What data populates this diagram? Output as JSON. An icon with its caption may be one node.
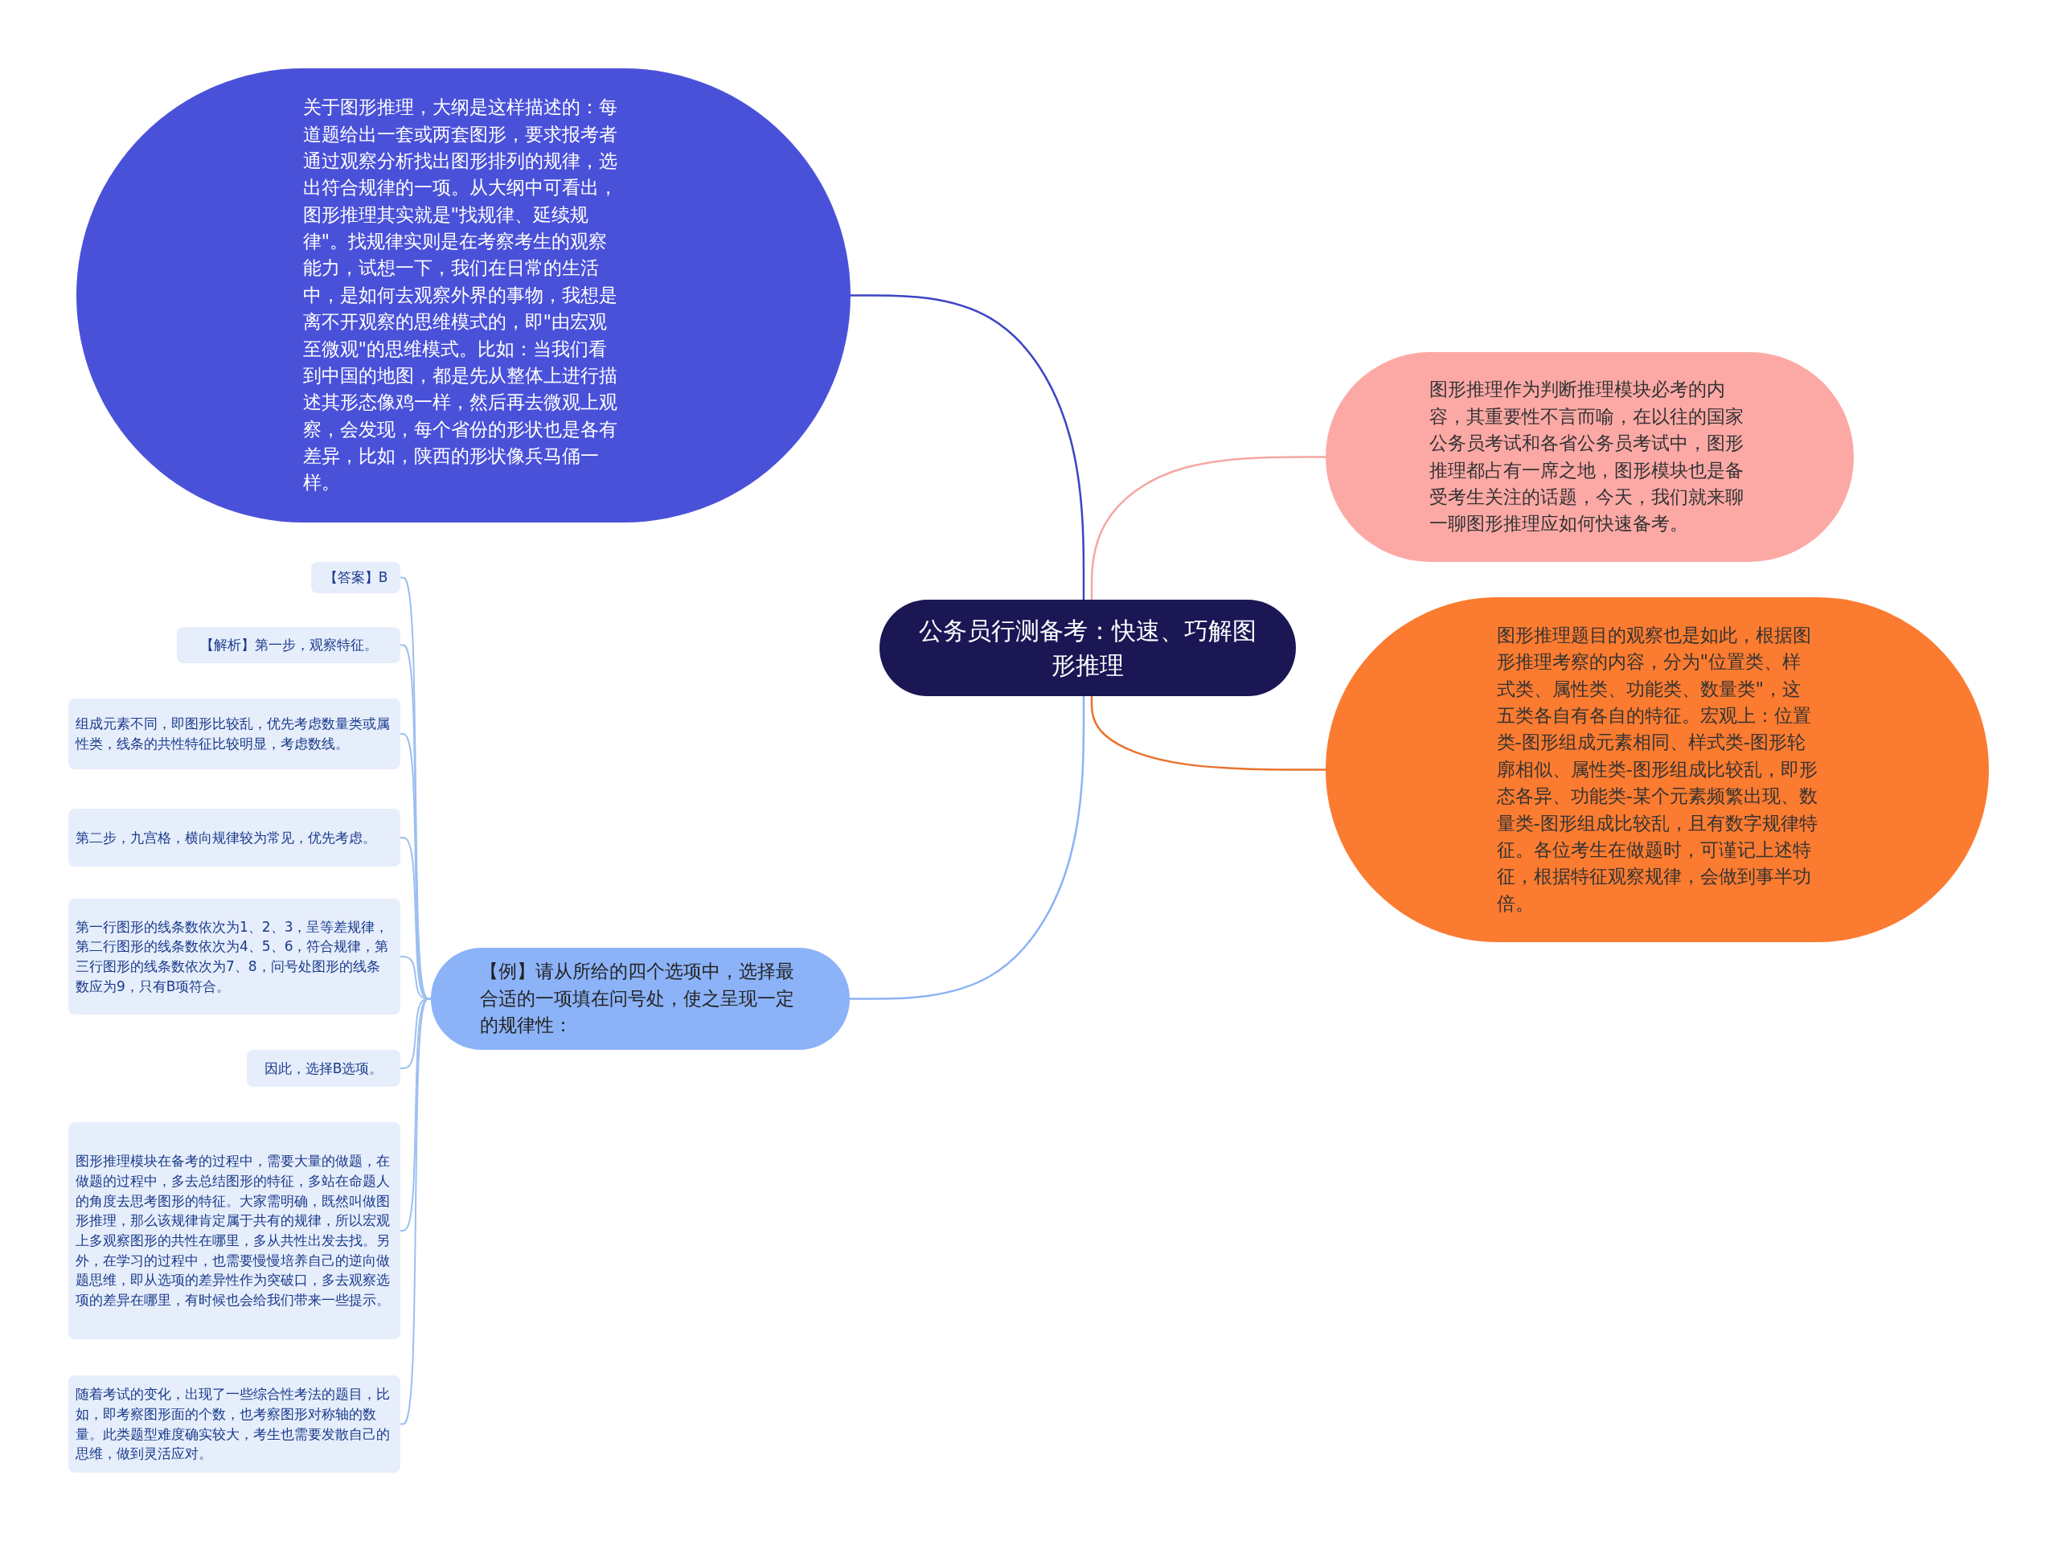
{
  "diagram": {
    "nodes": [
      {
        "text": [
          "公务员行测备考：快速、巧解图形推理"
        ]
      },
      {
        "text": [
          "关于图形推理，大纲是这样描述的：每道题给出一套或两套图形，要求报考者通过观察分析找出图形排列的规律，选出符合规律的一项。从大纲中可看出，图形推理其实就是\"找规律、延续规律\"。找规律实则是在考察考生的观察能力，试想一下，我们在日常的生活中，是如何去观察外界的事物，我想是离不开观察的思维模式的，即\"由宏观至微观\"的思维模式。比如：当我们看到中国的地图，都是先从整体上进行描述其形态像鸡一样，然后再去微观上观察，会发现，每个省份的形状也是各有差异，比如，陕西的形状像兵马俑一样。"
        ]
      },
      {
        "text": [
          "图形推理作为判断推理模块必考的内容，其重要性不言而喻，在以往的国家公务员考试和各省公务员考试中，图形推理都占有一席之地，图形模块也是备受考生关注的话题，今天，我们就来聊一聊图形推理应如何快速备考。"
        ]
      },
      {
        "text": [
          "图形推理题目的观察也是如此，根据图形推理考察的内容，分为\"位置类、样式类、属性类、功能类、数量类\"，这五类各自有各自的特征。宏观上：位置类-图形组成元素相同、样式类-图形轮廓相似、属性类-图形组成比较乱，即形态各异、功能类-某个元素频繁出现、数量类-图形组成比较乱，且有数字规律特征。各位考生在做题时，可谨记上述特征，根据特征观察规律，会做到事半功倍。"
        ]
      },
      {
        "text": [
          "【例】请从所给的四个选项中，选择最合适的一项填在问号处，使之呈现一定的规律性："
        ]
      },
      {
        "text": [
          "【答案】B"
        ]
      },
      {
        "text": [
          "【解析】第一步，观察特征。"
        ]
      },
      {
        "text": [
          "组成元素不同，即图形比较乱，优先考虑数量类或属性类，线条的共性特征比较明显，考虑数线。"
        ]
      },
      {
        "text": [
          "第二步，九宫格，横向规律较为常见，优先考虑。"
        ]
      },
      {
        "text": [
          "第一行图形的线条数依次为1、2、3，呈等差规律，第二行图形的线条数依次为4、5、6，符合规律，第三行图形的线条数依次为7、8，问号处图形的线条数应为9，只有B项符合。"
        ]
      },
      {
        "text": [
          "因此，选择B选项。"
        ]
      },
      {
        "text": [
          "图形推理模块在备考的过程中，需要大量的做题，在做题的过程中，多去总结图形的特征，多站在命题人的角度去思考图形的特征。大家需明确，既然叫做图形推理，那么该规律肯定属于共有的规律，所以宏观上多观察图形的共性在哪里，多从共性出发去找。另外，在学习的过程中，也需要慢慢培养自己的逆向做题思维，即从选项的差异性作为突破口，多去观察选项的差异在哪里，有时候也会给我们带来一些提示。"
        ]
      },
      {
        "text": [
          "随着考试的变化，出现了一些综合性考法的题目，比如，即考察图形面的个数，也考察图形对称轴的数量。此类题型难度确实较大，考生也需要发散自己的思维，做到灵活应对。"
        ]
      }
    ],
    "edges": [
      {
        "from": 0,
        "to": 1,
        "arrow": "none",
        "color": "#3d44c4"
      },
      {
        "from": 0,
        "to": 2,
        "arrow": "none",
        "color": "#f4a7a3"
      },
      {
        "from": 0,
        "to": 3,
        "arrow": "none",
        "color": "#e8732d"
      },
      {
        "from": 0,
        "to": 4,
        "arrow": "none",
        "color": "#8cb3f5"
      },
      {
        "from": 4,
        "to": 5,
        "arrow": "none"
      },
      {
        "from": 4,
        "to": 6,
        "arrow": "none"
      },
      {
        "from": 4,
        "to": 7,
        "arrow": "none"
      },
      {
        "from": 4,
        "to": 8,
        "arrow": "none"
      },
      {
        "from": 4,
        "to": 9,
        "arrow": "none"
      },
      {
        "from": 4,
        "to": 10,
        "arrow": "none"
      },
      {
        "from": 4,
        "to": 11,
        "arrow": "none"
      },
      {
        "from": 4,
        "to": 12,
        "arrow": "none"
      }
    ]
  }
}
